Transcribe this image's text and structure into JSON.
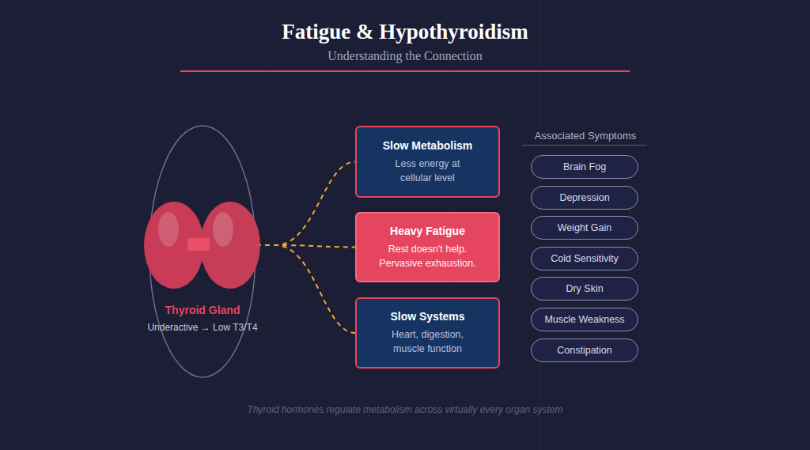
{
  "diagram": {
    "title": "Fatigue & Hypothyroidism",
    "caption": "Thyroid hormones regulate metabolism across virtually every organ system",
    "nodes": [
      {
        "text": [
          "Thyroid Gland",
          "Underactive → Low T3/T4"
        ]
      },
      {
        "text": [
          "Slow Metabolism",
          "Less energy at cellular level"
        ]
      },
      {
        "text": [
          "Heavy Fatigue",
          "Rest doesn't help. Pervasive exhaustion."
        ]
      },
      {
        "text": [
          "Slow Systems",
          "Heart, digestion, muscle function"
        ]
      },
      {
        "text": [
          "Brain Fog"
        ]
      },
      {
        "text": [
          "Depression"
        ]
      },
      {
        "text": [
          "Weight Gain"
        ]
      },
      {
        "text": [
          "Cold Sensitivity"
        ]
      },
      {
        "text": [
          "Dry Skin"
        ]
      },
      {
        "text": [
          "Muscle Weakness"
        ]
      },
      {
        "text": [
          "Constipation"
        ]
      }
    ],
    "edges": [
      {
        "from": 0,
        "to": 1,
        "arrow": "none"
      },
      {
        "from": 0,
        "to": 2,
        "arrow": "none"
      },
      {
        "from": 0,
        "to": 3,
        "arrow": "none"
      }
    ],
    "labels": [
      "Understanding the Connection",
      "Associated Symptoms"
    ]
  }
}
